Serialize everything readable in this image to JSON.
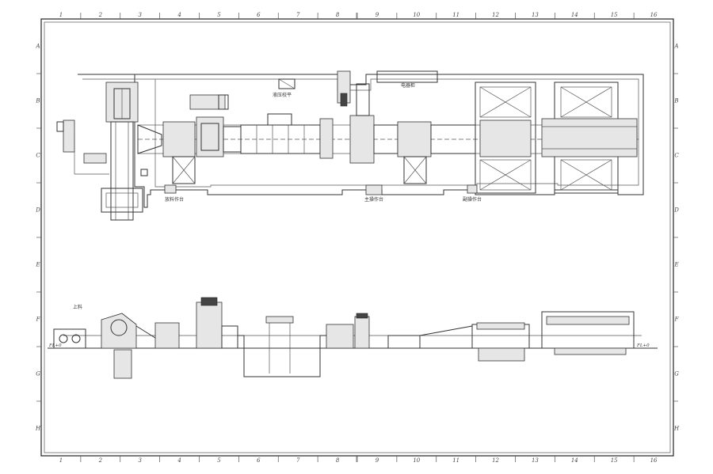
{
  "drawing": {
    "col_labels": [
      "1",
      "2",
      "3",
      "4",
      "5",
      "6",
      "7",
      "8",
      "9",
      "10",
      "11",
      "12",
      "13",
      "14",
      "15",
      "16"
    ],
    "row_labels": [
      "A",
      "B",
      "C",
      "D",
      "E",
      "F",
      "G",
      "H"
    ],
    "plan_labels": {
      "top_machine": "液压校平",
      "top_cabinet": "电器柜",
      "op_left": "放料作台",
      "op_center": "主操作台",
      "op_right": "副操作台"
    },
    "elevation_labels": {
      "material_left": "上料",
      "line_height_left": "FL+0",
      "line_height_right": "FL+0"
    }
  }
}
